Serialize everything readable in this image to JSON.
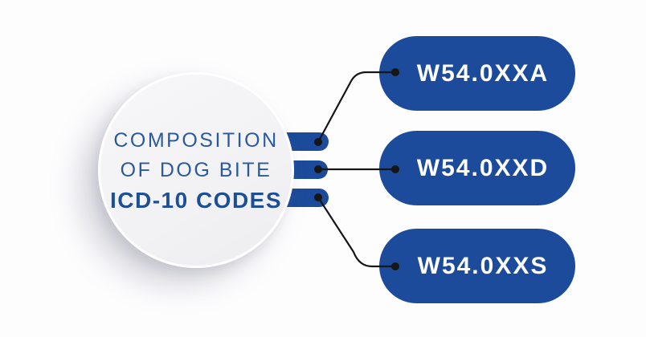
{
  "circle": {
    "line1": "COMPOSITION",
    "line2": "OF DOG BITE",
    "line3": "ICD-10 CODES"
  },
  "codes": [
    {
      "label": "W54.0XXA"
    },
    {
      "label": "W54.0XXD"
    },
    {
      "label": "W54.0XXS"
    }
  ],
  "theme": {
    "pill_blue": "#1b4b9a",
    "text_navy": "#2a5a9e",
    "text_navy_bold": "#1d4f97",
    "circle_fill": "#f2f2f4",
    "connector_black": "#161616",
    "background": "#fdfdfe",
    "pill_text": "#ffffff"
  }
}
